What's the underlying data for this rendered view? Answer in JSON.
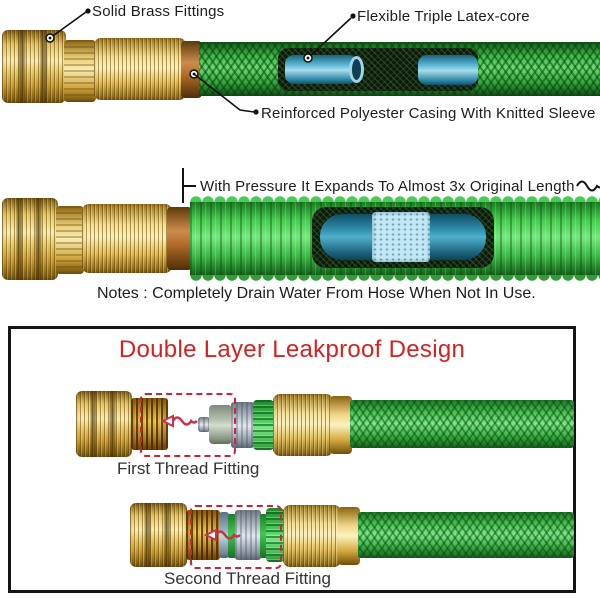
{
  "top_section": {
    "brass_label": "Solid Brass Fittings",
    "core_label": "Flexible Triple Latex-core",
    "casing_label": "Reinforced Polyester Casing With Knitted Sleeve"
  },
  "middle_section": {
    "expand_label": "With Pressure It Expands To Almost 3x Original Length",
    "notes": "Notes : Completely Drain Water From Hose When Not In Use."
  },
  "leakproof_box": {
    "title": "Double Layer Leakproof Design",
    "first_fitting_label": "First Thread Fitting",
    "second_fitting_label": "Second Thread Fitting"
  },
  "colors": {
    "accent_red": "#d42222",
    "dashed_red": "#cf2233",
    "hose_green": "#3fb948",
    "hose_green_light": "#77e87f",
    "brass_gold": "#f3dc8e",
    "brass_dark": "#7c5a10",
    "copper": "#b06a28",
    "latex_blue": "#5fb9d6",
    "latex_blue_dark": "#19657f",
    "water_blue": "#c4e8f3",
    "text_black": "#1c1c1c",
    "box_border": "#151515"
  }
}
